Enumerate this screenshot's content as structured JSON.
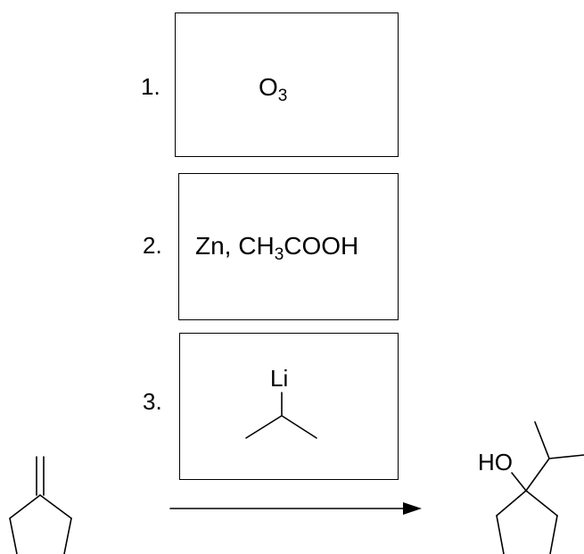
{
  "steps": [
    {
      "number": "1.",
      "reagent": {
        "main": "O",
        "sub": "3"
      }
    },
    {
      "number": "2.",
      "reagent": {
        "prefix": "Zn, CH",
        "sub": "3",
        "suffix": "COOH"
      }
    },
    {
      "number": "3.",
      "reagent": {
        "atom_label": "Li"
      }
    }
  ],
  "product": {
    "hydroxyl_label": "HO"
  },
  "colors": {
    "stroke": "#000000",
    "background": "#ffffff"
  }
}
